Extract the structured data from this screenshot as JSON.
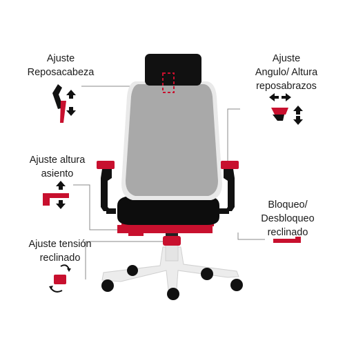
{
  "labels": {
    "headrest": [
      "Ajuste",
      "Reposacabeza"
    ],
    "armrest": [
      "Ajuste",
      "Angulo/ Altura",
      "reposabrazos"
    ],
    "seat_height": [
      "Ajuste altura",
      "asiento"
    ],
    "recline_lock": [
      "Bloqueo/",
      "Desbloqueo",
      "reclinado"
    ],
    "tension": [
      "Ajuste tensión",
      "reclinado"
    ]
  },
  "colors": {
    "accent": "#c8102e",
    "leader": "#8a8a8a",
    "mesh": "#a9a9a9",
    "frame": "#e8e8e8",
    "text": "#1a1a1a"
  }
}
